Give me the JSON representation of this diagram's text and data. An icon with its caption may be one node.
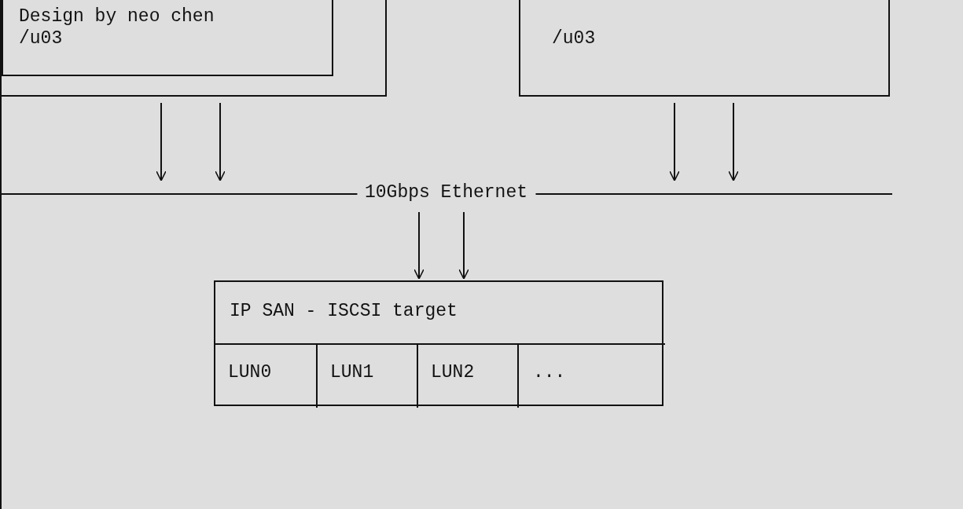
{
  "diagram": {
    "nodes": [
      {
        "text": [],
        "shape": "box"
      },
      {
        "text": [
          "Design by neo chen",
          "/u03"
        ],
        "in": 0
      },
      {
        "text": [
          "/u03"
        ]
      },
      {
        "text": [
          "10Gbps Ethernet"
        ]
      },
      {
        "text": [
          "IP SAN - ISCSI target"
        ]
      },
      {
        "text": [
          "LUN0"
        ],
        "in": 4
      },
      {
        "text": [
          "LUN1"
        ],
        "in": 4
      },
      {
        "text": [
          "LUN2"
        ],
        "in": 4
      },
      {
        "text": [
          "..."
        ],
        "in": 4
      }
    ],
    "edges": [
      {
        "from": 0,
        "to": 3,
        "arrow": "to"
      },
      {
        "from": 0,
        "to": 3,
        "arrow": "to"
      },
      {
        "from": 2,
        "to": 3,
        "arrow": "to"
      },
      {
        "from": 2,
        "to": 3,
        "arrow": "to"
      },
      {
        "from": 3,
        "to": 4,
        "arrow": "to"
      },
      {
        "from": 3,
        "to": 4,
        "arrow": "to"
      }
    ]
  }
}
